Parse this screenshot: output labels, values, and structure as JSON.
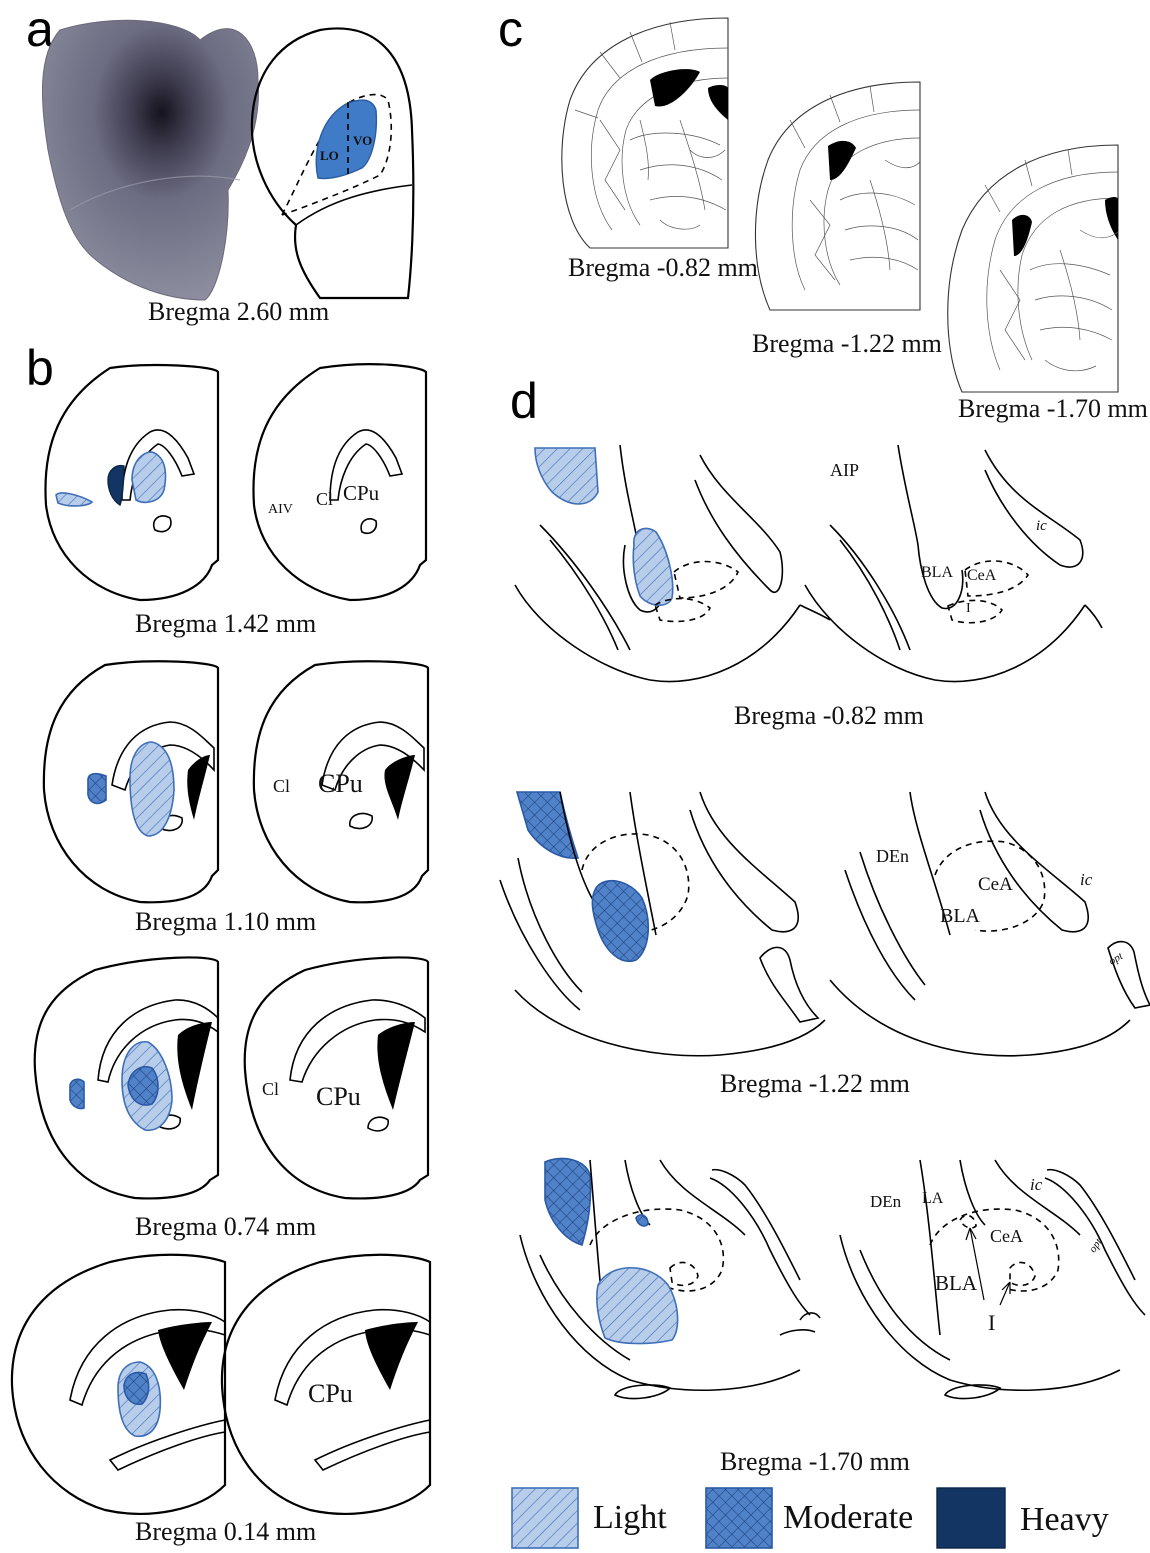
{
  "panels": {
    "a": {
      "label": "a",
      "caption": "Bregma 2.60 mm",
      "regions": [
        "LO",
        "VO"
      ]
    },
    "b": {
      "label": "b",
      "sections": [
        {
          "caption": "Bregma 1.42 mm",
          "labels": [
            "AIV",
            "Cl",
            "CPu"
          ]
        },
        {
          "caption": "Bregma 1.10 mm",
          "labels": [
            "Cl",
            "CPu"
          ]
        },
        {
          "caption": "Bregma 0.74 mm",
          "labels": [
            "Cl",
            "CPu"
          ]
        },
        {
          "caption": "Bregma 0.14 mm",
          "labels": [
            "CPu"
          ]
        }
      ]
    },
    "c": {
      "label": "c",
      "atlas": [
        {
          "caption": "Bregma -0.82 mm"
        },
        {
          "caption": "Bregma -1.22 mm"
        },
        {
          "caption": "Bregma -1.70 mm"
        }
      ]
    },
    "d": {
      "label": "d",
      "sections": [
        {
          "caption": "Bregma -0.82 mm",
          "labels": [
            "AIP",
            "ic",
            "BLA",
            "CeA",
            "I"
          ]
        },
        {
          "caption": "Bregma -1.22 mm",
          "labels": [
            "DEn",
            "CeA",
            "ic",
            "BLA",
            "opt"
          ]
        },
        {
          "caption": "Bregma -1.70 mm",
          "labels": [
            "ic",
            "DEn",
            "LA",
            "CeA",
            "opt",
            "BLA",
            "I"
          ]
        }
      ]
    }
  },
  "legend": [
    {
      "label": "Light",
      "pattern": "light"
    },
    {
      "label": "Moderate",
      "pattern": "moderate"
    },
    {
      "label": "Heavy",
      "pattern": "heavy"
    }
  ],
  "colors": {
    "light_fill": "#b7cdea",
    "moderate_fill": "#4f82c9",
    "heavy_fill": "#133563",
    "stain": "#7f7f92"
  }
}
